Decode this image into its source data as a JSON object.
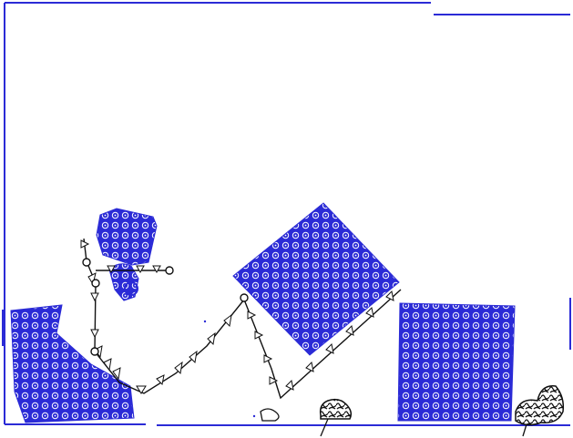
{
  "scene": {
    "background": "#ffffff",
    "wall_color": "#2b2bd6",
    "fill_color": "#2b2bd6",
    "track_color": "#111111"
  },
  "objects": {
    "bodies": [
      {
        "name": "blob-top-left",
        "shape": "irregular"
      },
      {
        "name": "small-ring",
        "shape": "circle"
      },
      {
        "name": "blob-bottom-left",
        "shape": "irregular"
      },
      {
        "name": "tilted-square",
        "shape": "square"
      },
      {
        "name": "square-right",
        "shape": "square"
      },
      {
        "name": "scribble-creature",
        "shape": "scribble"
      }
    ]
  },
  "icons": {
    "joint": "joint-ring-icon",
    "creature": "scribble-creature-icon"
  }
}
